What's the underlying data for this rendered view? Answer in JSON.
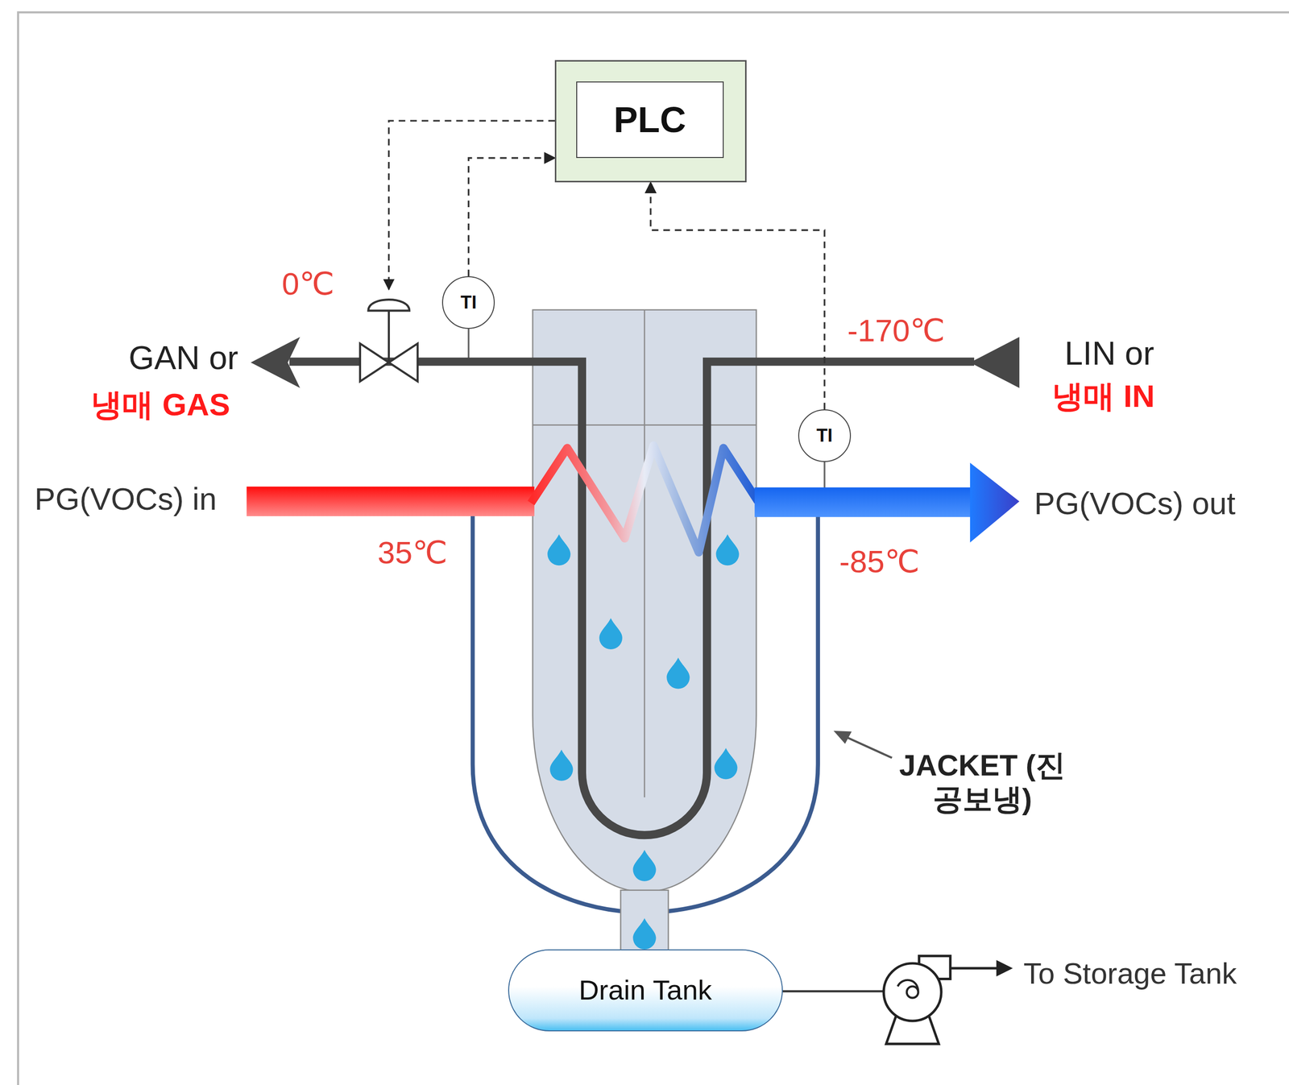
{
  "diagram": {
    "nodes": [
      {
        "text": [
          "PLC"
        ]
      },
      {
        "text": [
          "TI"
        ]
      },
      {
        "text": [
          "TI"
        ]
      },
      {
        "text": [
          "Drain Tank"
        ]
      }
    ],
    "edges": [
      {
        "from": 1,
        "to": 0,
        "arrow": "to"
      },
      {
        "from": 2,
        "to": 0,
        "arrow": "to"
      }
    ],
    "labels": [
      "0℃",
      "GAN or",
      "냉매 GAS",
      "-170℃",
      "LIN or",
      "냉매 IN",
      "PG(VOCs) in",
      "35℃",
      "PG(VOCs) out",
      "-85℃",
      "JACKET (진공보냉)",
      "To Storage Tank"
    ]
  }
}
